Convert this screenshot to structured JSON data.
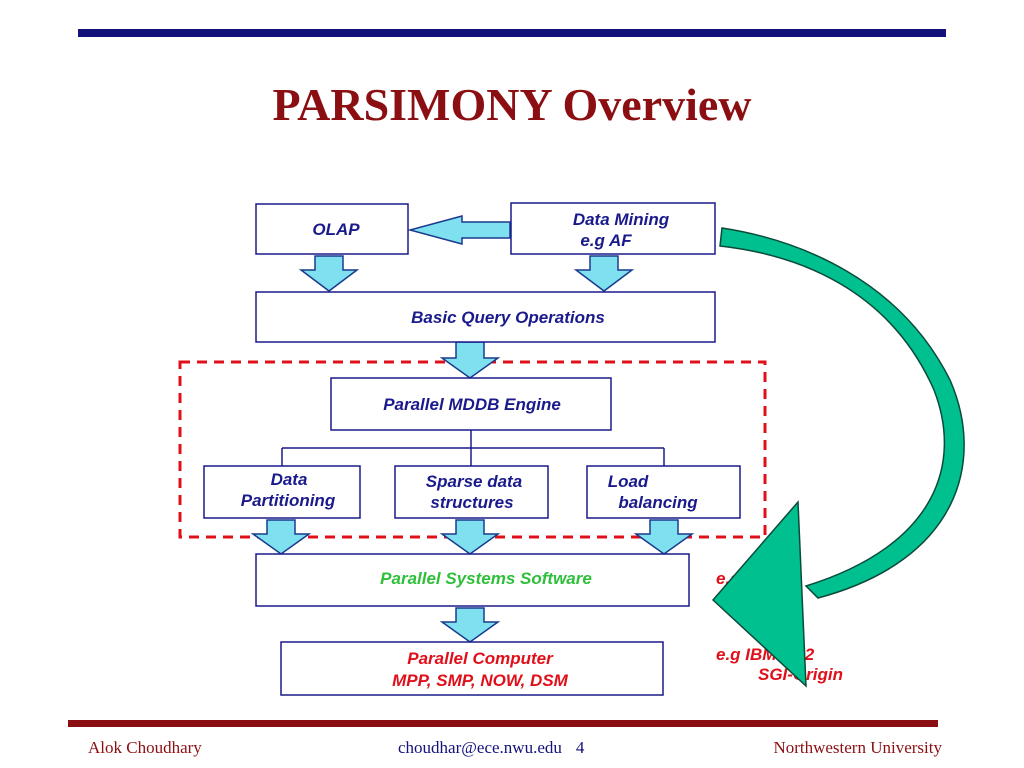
{
  "slide": {
    "title": "PARSIMONY Overview"
  },
  "diagram": {
    "olap": "OLAP",
    "data_mining_line1": "Data Mining",
    "data_mining_line2": "e.g AF",
    "basic_query": "Basic Query Operations",
    "mddb_engine": "Parallel MDDB Engine",
    "data_partitioning_line1": "Data",
    "data_partitioning_line2": "Partitioning",
    "sparse_line1": "Sparse data",
    "sparse_line2": "structures",
    "load_line1": "Load",
    "load_line2": "balancing",
    "systems_software": "Parallel Systems Software",
    "computer_line1": "Parallel Computer",
    "computer_line2": "MPP, SMP, NOW, DSM",
    "side_note_top": "e.g",
    "side_note_mid": "e.g IBM-SP2",
    "side_note_bottom": "SGI-Origin",
    "colors": {
      "box_border": "#1a1a8c",
      "text_blue": "#1a1a8c",
      "text_green": "#2fbf3a",
      "text_red": "#e0101a",
      "arrow_fill": "#7fe0f0",
      "arrow_stroke": "#1a3a8c",
      "dashed_red": "#e0101a",
      "curved_arrow": "#00c090"
    }
  },
  "footer": {
    "author": "Alok Choudhary",
    "email": "choudhar@ece.nwu.edu",
    "page": "4",
    "institution": "Northwestern University"
  }
}
